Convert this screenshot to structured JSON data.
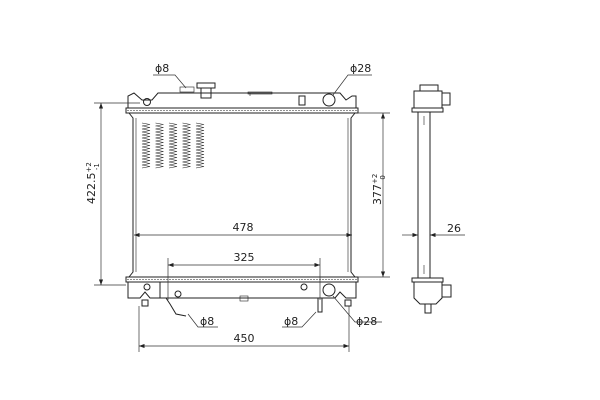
{
  "drawing": {
    "title": "Radiator dimension drawing",
    "dimensions": {
      "overall_height": {
        "value": "422.5",
        "tol_upper": "+2",
        "tol_lower": "-1"
      },
      "core_height": {
        "value": "377",
        "tol_upper": "+2",
        "tol_lower": "0"
      },
      "core_width": "478",
      "outlet_spacing": "325",
      "mount_spacing": "450",
      "core_depth": "26"
    },
    "callouts": {
      "top_small_port": "ϕ8",
      "top_large_port": "ϕ28",
      "bottom_left_port": "ϕ8",
      "bottom_mid_port": "ϕ8",
      "bottom_large_port": "ϕ28"
    }
  }
}
